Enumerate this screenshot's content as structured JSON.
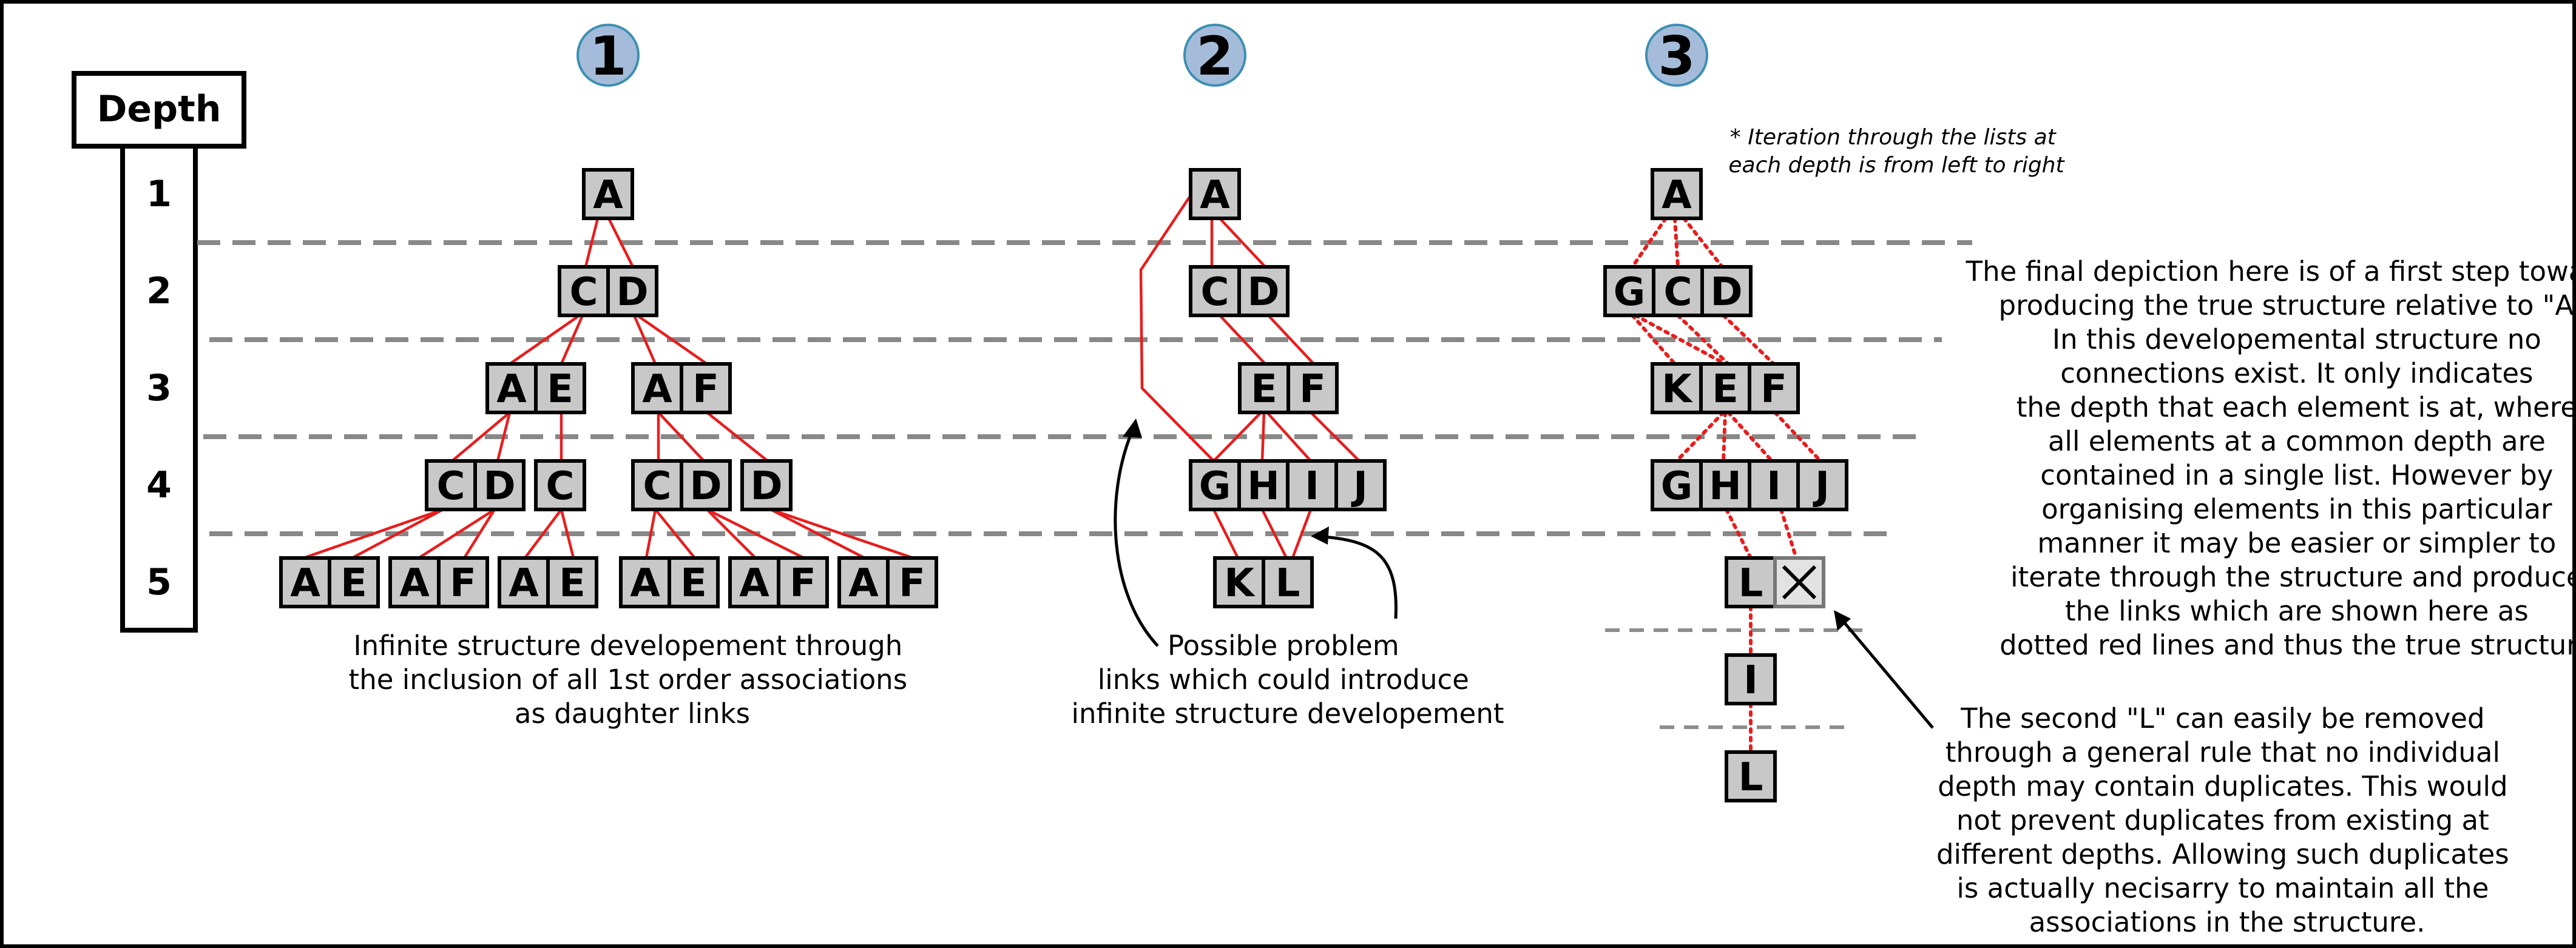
{
  "depth_panel": {
    "title": "Depth",
    "levels": [
      "1",
      "2",
      "3",
      "4",
      "5"
    ]
  },
  "step_numbers": [
    "1",
    "2",
    "3"
  ],
  "diagram1": {
    "rows": [
      [
        [
          "A"
        ]
      ],
      [
        [
          "C",
          "D"
        ]
      ],
      [
        [
          "A",
          "E"
        ],
        [
          "A",
          "F"
        ]
      ],
      [
        [
          "C",
          "D"
        ],
        [
          "C"
        ],
        [
          "C",
          "D"
        ],
        [
          "D"
        ]
      ],
      [
        [
          "A",
          "E"
        ],
        [
          "A",
          "F"
        ],
        [
          "A",
          "E"
        ],
        [
          "A",
          "E"
        ],
        [
          "A",
          "F"
        ],
        [
          "A",
          "F"
        ]
      ]
    ],
    "caption": [
      "Infinite structure developement through",
      "the inclusion of all 1st order associations",
      "as daughter links"
    ]
  },
  "diagram2": {
    "rows": [
      [
        [
          "A"
        ]
      ],
      [
        [
          "C",
          "D"
        ]
      ],
      [
        [
          "E",
          "F"
        ]
      ],
      [
        [
          "G",
          "H",
          "I",
          "J"
        ]
      ],
      [
        [
          "K",
          "L"
        ]
      ]
    ],
    "caption": [
      "Possible problem",
      "links which could introduce",
      "infinite structure developement"
    ]
  },
  "diagram3": {
    "rows": [
      [
        [
          "A"
        ]
      ],
      [
        [
          "G",
          "C",
          "D"
        ]
      ],
      [
        [
          "K",
          "E",
          "F"
        ]
      ],
      [
        [
          "G",
          "H",
          "I",
          "J"
        ]
      ],
      [
        [
          "L",
          "X"
        ]
      ],
      [
        [
          "I"
        ]
      ],
      [
        [
          "L"
        ]
      ]
    ],
    "note": [
      "* Iteration through the lists at",
      "each depth is from left to right"
    ],
    "paragraph_top": [
      "The final depiction here is of a first step towards",
      "producing the true structure relative to \"A\".",
      "In this developemental structure no",
      "connections exist. It only indicates",
      "the depth that each element is at, where",
      "all elements at a common depth are",
      "contained in a single list. However by",
      "organising elements in this particular",
      "manner it may be easier or simpler to",
      "iterate through the structure and produce",
      "the links which are shown here as",
      "dotted red lines and thus the true structure."
    ],
    "paragraph_bottom": [
      "The second \"L\" can easily be removed",
      "through a general rule that no individual",
      "depth may contain duplicates. This would",
      "not prevent duplicates from existing at",
      "different depths. Allowing such duplicates",
      "is actually necisarry to maintain all the",
      "associations in the structure."
    ]
  },
  "colors": {
    "link": "#e81d1d",
    "node_fill": "#c8c8c8",
    "dashed_separator": "#888888",
    "step_circle": "#a4bcd9"
  }
}
